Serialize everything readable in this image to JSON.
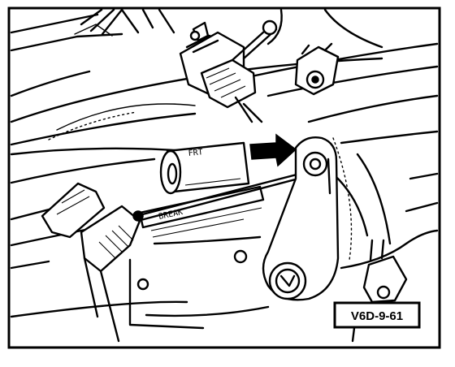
{
  "figure": {
    "code_label": "V6D-9-61",
    "part_labels": [
      "FRT",
      "BREAK"
    ],
    "colors": {
      "ink": "#000000",
      "paper": "#ffffff"
    }
  }
}
